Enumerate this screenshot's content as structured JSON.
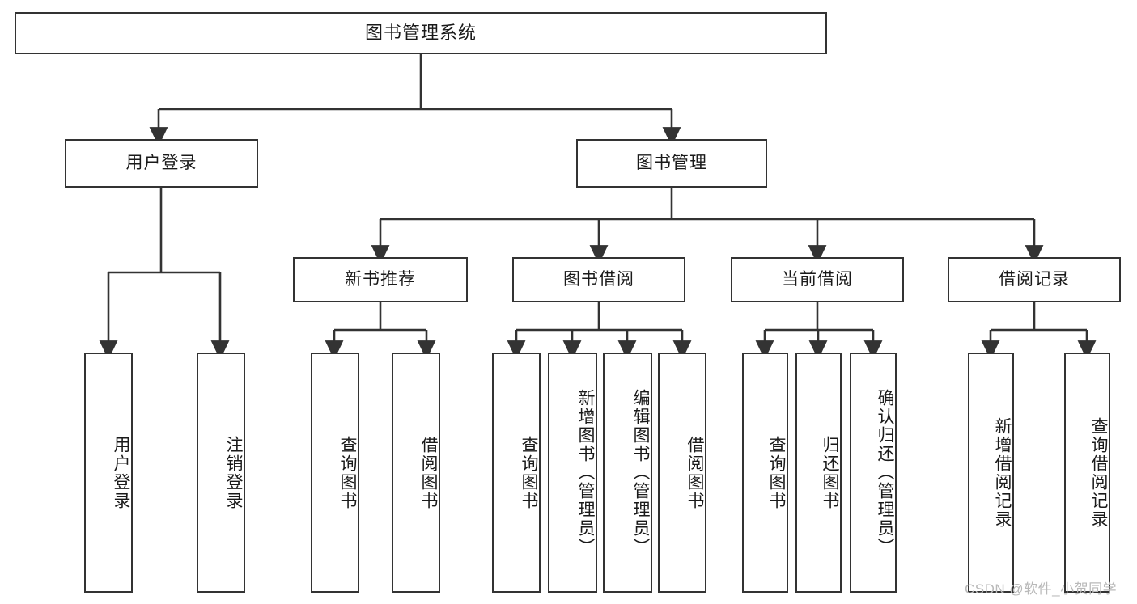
{
  "diagram": {
    "title": "图书管理系统",
    "type": "hierarchy-tree",
    "watermark": "CSDN @软件_小贺同学",
    "colors": {
      "box_border": "#333333",
      "box_fill": "#ffffff",
      "edge": "#333333",
      "text": "#1a1a1a",
      "watermark": "#b9b9b9"
    },
    "levels": {
      "level1": [
        "图书管理系统"
      ],
      "level2": [
        "用户登录",
        "图书管理"
      ],
      "level3": [
        "新书推荐",
        "图书借阅",
        "当前借阅",
        "借阅记录"
      ],
      "level4": [
        "用户登录",
        "注销登录",
        "查询图书",
        "借阅图书",
        "查询图书",
        "新增图书（管理员）",
        "编辑图书（管理员）",
        "借阅图书",
        "查询图书",
        "归还图书",
        "确认归还（管理员）",
        "新增借阅记录",
        "查询借阅记录"
      ]
    },
    "nodes": {
      "root": {
        "label": "图书管理系统"
      },
      "user_login": {
        "label": "用户登录"
      },
      "book_manage": {
        "label": "图书管理"
      },
      "new_book_rec": {
        "label": "新书推荐"
      },
      "book_borrow": {
        "label": "图书借阅"
      },
      "current_borrow": {
        "label": "当前借阅"
      },
      "borrow_record": {
        "label": "借阅记录"
      },
      "leaf_user_login": {
        "label": "用户登录"
      },
      "leaf_user_logout": {
        "label": "注销登录"
      },
      "leaf_query_book_1": {
        "label": "查询图书"
      },
      "leaf_borrow_book_1": {
        "label": "借阅图书"
      },
      "leaf_query_book_2": {
        "label": "查询图书"
      },
      "leaf_add_book_admin": {
        "label": "新增图书（管理员）"
      },
      "leaf_edit_book_admin": {
        "label": "编辑图书（管理员）"
      },
      "leaf_borrow_book_2": {
        "label": "借阅图书"
      },
      "leaf_query_book_3": {
        "label": "查询图书"
      },
      "leaf_return_book": {
        "label": "归还图书"
      },
      "leaf_confirm_return_admin": {
        "label": "确认归还（管理员）"
      },
      "leaf_add_borrow_record": {
        "label": "新增借阅记录"
      },
      "leaf_query_borrow_record": {
        "label": "查询借阅记录"
      }
    }
  }
}
